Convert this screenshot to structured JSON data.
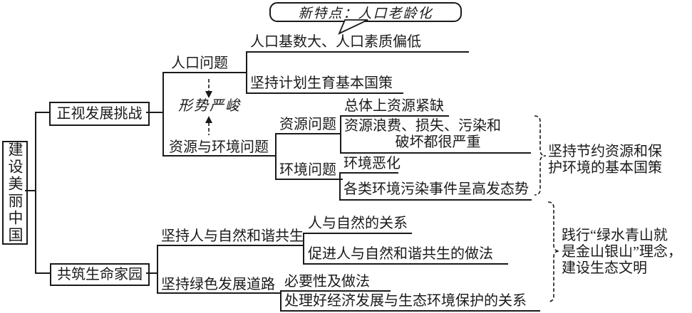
{
  "root": {
    "title": "建设美丽中国"
  },
  "challenge": {
    "label": "正视发展挑战",
    "population": {
      "label": "人口问题",
      "callout": "新特点：人口老龄化",
      "item1": "人口基数大、人口素质偏低",
      "item2": "坚持计划生育基本国策"
    },
    "situation": "形势严峻",
    "resource_env": {
      "label": "资源与环境问题",
      "resource": {
        "label": "资源问题",
        "item1": "总体上资源紧缺",
        "item2_line1": "资源浪费、损失、污染和",
        "item2_line2": "破坏都很严重"
      },
      "environment": {
        "label": "环境问题",
        "item1": "环境恶化",
        "item2": "各类环境污染事件呈高发态势"
      },
      "policy_line1": "坚持节约资源和保",
      "policy_line2": "护环境的基本国策"
    }
  },
  "homeland": {
    "label": "共筑生命家园",
    "harmony": {
      "label": "坚持人与自然和谐共生",
      "item1": "人与自然的关系",
      "item2": "促进人与自然和谐共生的做法"
    },
    "green": {
      "label": "坚持绿色发展道路",
      "item1": "必要性及做法",
      "item2": "处理好经济发展与生态环境保护的关系"
    },
    "practice_line1": "践行“绿水青山就",
    "practice_line2": "是金山银山”理念，",
    "practice_line3": "建设生态文明"
  }
}
